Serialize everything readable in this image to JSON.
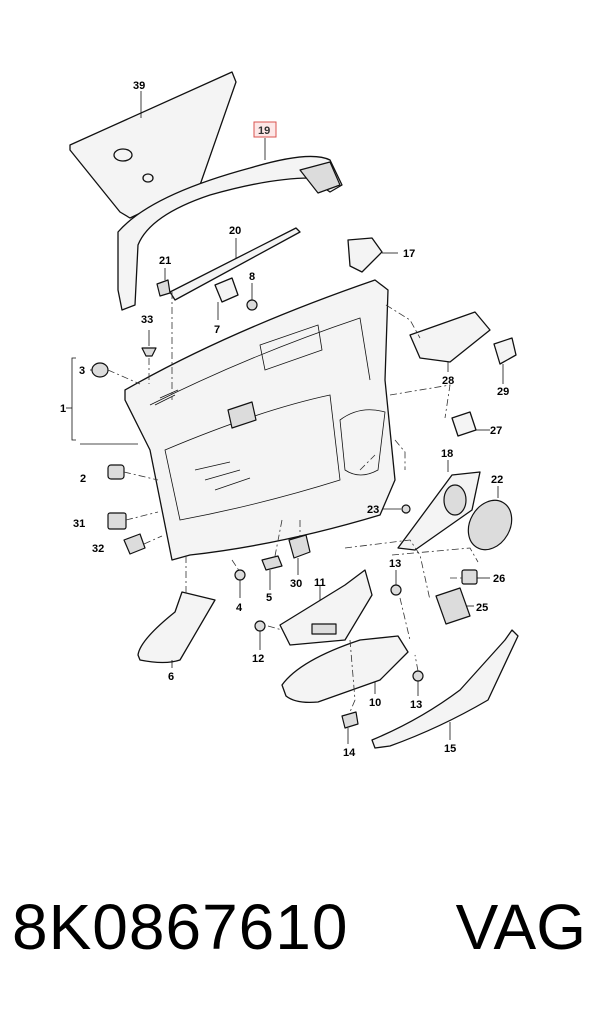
{
  "callouts": {
    "c39": "39",
    "c19": "19",
    "c20": "20",
    "c21": "21",
    "c8": "8",
    "c17": "17",
    "c7": "7",
    "c33": "33",
    "c3": "3",
    "c1": "1",
    "c2": "2",
    "c31": "31",
    "c32": "32",
    "c28": "28",
    "c29": "29",
    "c27": "27",
    "c18": "18",
    "c22": "22",
    "c23": "23",
    "c13a": "13",
    "c26": "26",
    "c25": "25",
    "c5": "5",
    "c30": "30",
    "c11": "11",
    "c4": "4",
    "c12": "12",
    "c6": "6",
    "c10": "10",
    "c13b": "13",
    "c14": "14",
    "c15": "15"
  },
  "highlight_color": "#d9534f",
  "footer": {
    "part_number": "8K0867610",
    "brand": "VAG"
  }
}
